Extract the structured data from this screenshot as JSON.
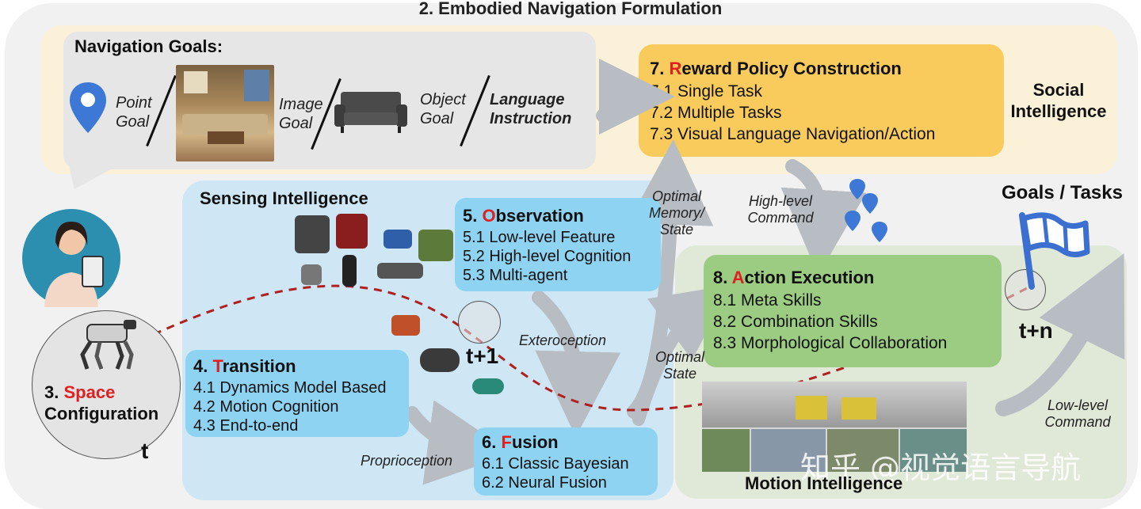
{
  "title": "2. Embodied Navigation Formulation",
  "navigation_goals": {
    "title": "Navigation Goals:",
    "point_goal": [
      "Point",
      "Goal"
    ],
    "image_goal": [
      "Image",
      "Goal"
    ],
    "object_goal": [
      "Object",
      "Goal"
    ],
    "language_instruction": [
      "Language",
      "Instruction"
    ]
  },
  "social_intelligence": [
    "Social",
    "Intelligence"
  ],
  "reward": {
    "number": "7.",
    "initial": "R",
    "rest": "eward Policy Construction",
    "items": [
      "7.1 Single Task",
      "7.2 Multiple Tasks",
      "7.3 Visual Language Navigation/Action"
    ]
  },
  "sensing_title": "Sensing Intelligence",
  "motion_title": "Motion Intelligence",
  "observation": {
    "number": "5.",
    "initial": "O",
    "rest": "bservation",
    "items": [
      "5.1 Low-level Feature",
      "5.2 High-level Cognition",
      "5.3 Multi-agent"
    ]
  },
  "transition": {
    "number": "4.",
    "initial": "T",
    "rest": "ransition",
    "items": [
      "4.1 Dynamics Model Based",
      "4.2 Motion Cognition",
      "4.3 End-to-end"
    ]
  },
  "fusion": {
    "number": "6.",
    "initial": "F",
    "rest": "usion",
    "items": [
      "6.1 Classic Bayesian",
      "6.2 Neural Fusion"
    ]
  },
  "action": {
    "number": "8.",
    "initial": "A",
    "rest": "ction Execution",
    "items": [
      "8.1 Meta Skills",
      "8.2 Combination Skills",
      "8.3 Morphological Collaboration"
    ]
  },
  "space": {
    "number": "3.",
    "word": "Space",
    "line2": "Configuration"
  },
  "labels": {
    "optimal_memory": [
      "Optimal",
      "Memory/",
      "State"
    ],
    "high_level": [
      "High-level",
      "Command"
    ],
    "exteroception": "Exteroception",
    "optimal_state": [
      "Optimal",
      "State"
    ],
    "proprioception": "Proprioception",
    "low_level": [
      "Low-level",
      "Command"
    ]
  },
  "time": {
    "t": "t",
    "t1": "t+1",
    "tn": "t+n"
  },
  "goals_tasks": "Goals / Tasks",
  "watermark": "知乎 @视觉语言导航",
  "colors": {
    "accent_red": "#e02020",
    "box_blue": "#8fd3f2",
    "box_yellow": "#f9cb5c",
    "box_green": "#9ccb82",
    "flag_blue": "#3b6fd0"
  }
}
